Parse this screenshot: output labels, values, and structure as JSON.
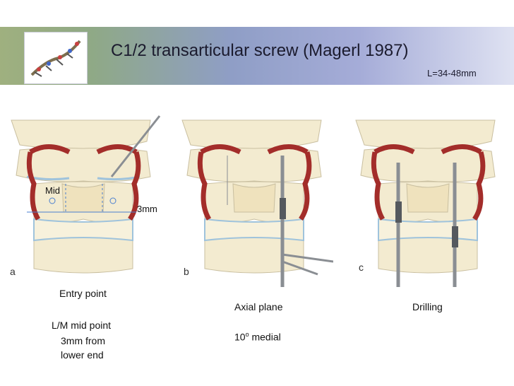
{
  "title": "C1/2 transarticular screw (Magerl 1987)",
  "subtitle": "L=34-48mm",
  "panels": [
    {
      "letter": "a",
      "annotations": {
        "mid": "Mid",
        "distance": "3mm"
      }
    },
    {
      "letter": "b"
    },
    {
      "letter": "c"
    }
  ],
  "captions": {
    "entry_point": "Entry point",
    "mid_point": "L/M mid point",
    "from": "3mm from",
    "lower_end": "lower  end",
    "axial_plane": "Axial plane",
    "medial_num": "10",
    "medial_sup": "o",
    "medial_text": " medial",
    "drilling": "Drilling"
  },
  "colors": {
    "artery": "#a32d2a",
    "bone": "#f3ebd0",
    "cartilage": "#9fc3dc",
    "instrument": "#8a8e93"
  }
}
